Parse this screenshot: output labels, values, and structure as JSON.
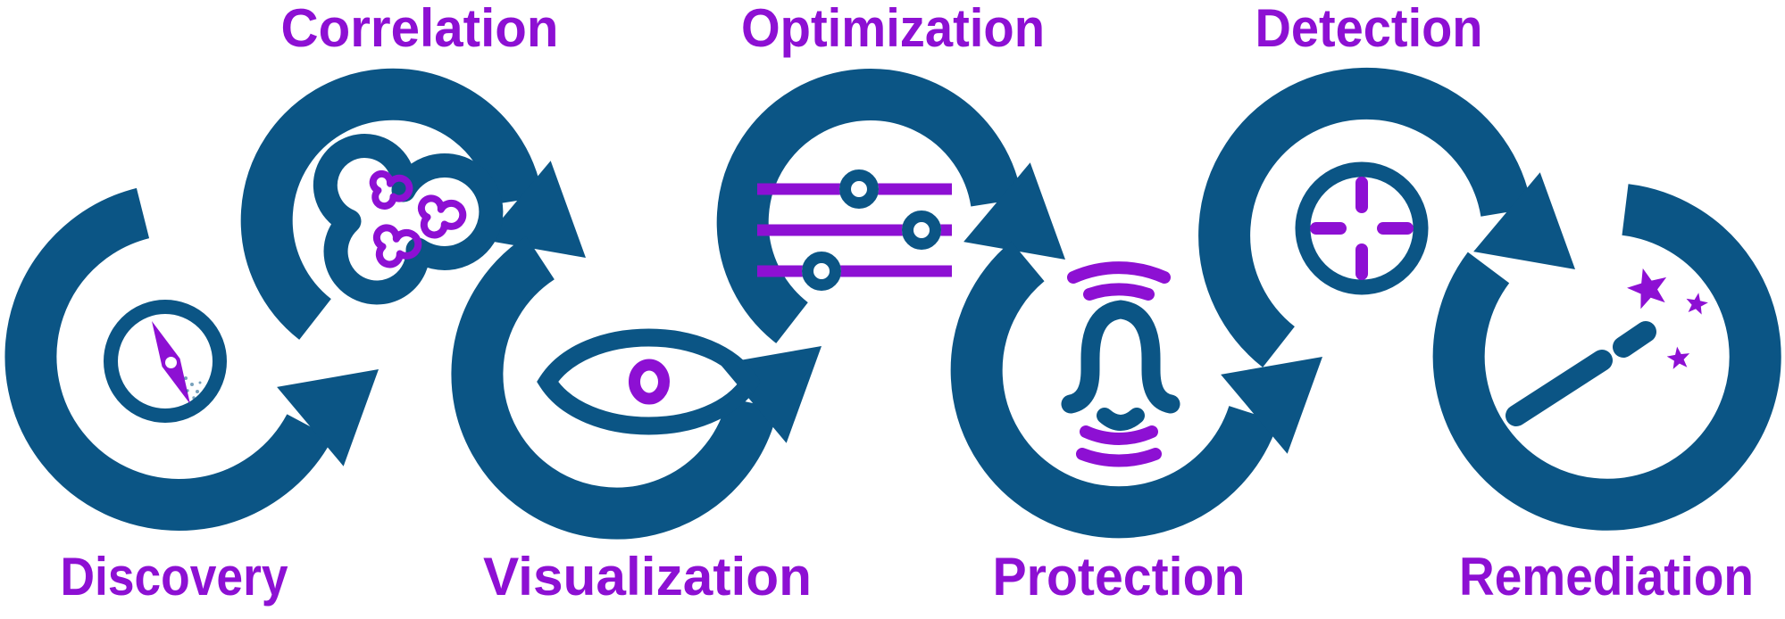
{
  "diagram": {
    "type": "cyclic-process-flow",
    "direction": "left-to-right",
    "description": "Seven interlocking circular loop arrows alternating low and high, each containing an icon, chained by arrowheads"
  },
  "colors": {
    "blue": "#0B5585",
    "purple": "#8D10D3",
    "background": "#FFFFFF"
  },
  "stages": [
    {
      "label": "Discovery",
      "position": "bottom",
      "icon": "compass-icon"
    },
    {
      "label": "Correlation",
      "position": "top",
      "icon": "cloud-cluster-icon"
    },
    {
      "label": "Visualization",
      "position": "bottom",
      "icon": "eye-icon"
    },
    {
      "label": "Optimization",
      "position": "top",
      "icon": "sliders-icon"
    },
    {
      "label": "Protection",
      "position": "bottom",
      "icon": "alarm-bell-icon"
    },
    {
      "label": "Detection",
      "position": "top",
      "icon": "crosshair-icon"
    },
    {
      "label": "Remediation",
      "position": "bottom",
      "icon": "magic-wand-icon"
    }
  ]
}
